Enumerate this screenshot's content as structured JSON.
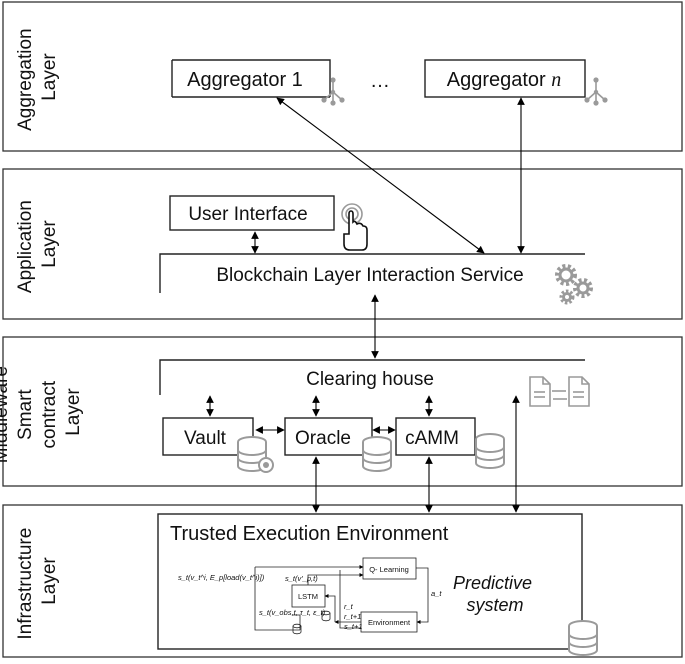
{
  "layers": {
    "aggregation": [
      "Aggregation",
      "Layer"
    ],
    "application": [
      "Application",
      "Layer"
    ],
    "middleware": [
      "Middleware",
      "Smart",
      "contract",
      "Layer"
    ],
    "infrastructure": [
      "Infrastructure",
      "Layer"
    ]
  },
  "aggregators": {
    "first": "Aggregator 1",
    "ellipsis": "…",
    "last_prefix": "Aggregator ",
    "last_suffix": "n"
  },
  "application": {
    "user_interface": "User Interface",
    "interaction_service": "Blockchain Layer Interaction Service"
  },
  "middleware": {
    "clearing_house": "Clearing house",
    "vault": "Vault",
    "oracle": "Oracle",
    "camm": "cAMM"
  },
  "infrastructure": {
    "tee_title": "Trusted Execution Environment",
    "predictive": [
      "Predictive",
      "system"
    ],
    "inner": {
      "q_learning": "Q- Learning",
      "lstm": "LSTM",
      "environment": "Environment",
      "state_expr": "s_t(v_t^i, E_p[load(v_t^i)])",
      "state_pred": "s_t(v'_p,t)",
      "state_obs": "s_t(v_obs,t, τ_t, ε_t)",
      "reward_t": "r_t",
      "reward_t1": "r_t+1",
      "state_t1": "s_t+1",
      "action": "a_t"
    }
  },
  "colors": {
    "line": "#000000",
    "icon": "#9a9a9a",
    "frame": "#333333"
  }
}
